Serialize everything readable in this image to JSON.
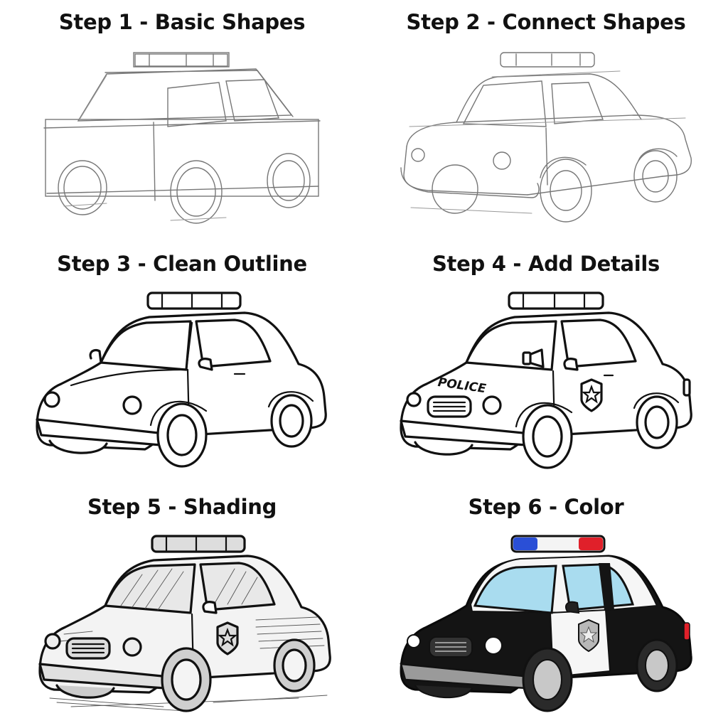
{
  "steps": [
    {
      "title": "Step 1 - Basic Shapes"
    },
    {
      "title": "Step 2 - Connect Shapes"
    },
    {
      "title": "Step 3 - Clean Outline"
    },
    {
      "title": "Step 4 - Add Details"
    },
    {
      "title": "Step 5 - Shading"
    },
    {
      "title": "Step 6 - Color"
    }
  ],
  "car_text": {
    "hood_label": "POLICE"
  },
  "colors": {
    "car_body_color": "#141414",
    "door_color": "#ffffff",
    "window_color": "#a9dcef",
    "siren_blue": "#2a4fd6",
    "siren_red": "#e0202a",
    "sketch_line": "#777777",
    "ink_line": "#111111"
  }
}
